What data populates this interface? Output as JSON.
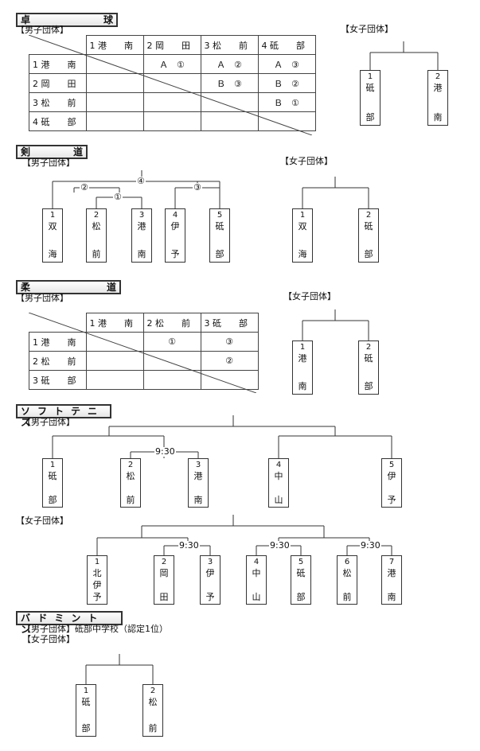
{
  "takkyu": {
    "title_l": "卓",
    "title_r": "球",
    "men_label": "【男子団体】",
    "women_label": "【女子団体】",
    "headers": [
      "1 港　　南",
      "2 岡　　田",
      "3 松　　前",
      "4 砥　　部"
    ],
    "rows": [
      {
        "name": "1 港　　南",
        "cells": [
          "",
          "Ａ　①",
          "Ａ　②",
          "Ａ　③"
        ]
      },
      {
        "name": "2 岡　　田",
        "cells": [
          "",
          "",
          "Ｂ　③",
          "Ｂ　②"
        ]
      },
      {
        "name": "3 松　　前",
        "cells": [
          "",
          "",
          "",
          "Ｂ　①"
        ]
      },
      {
        "name": "4 砥　　部",
        "cells": [
          "",
          "",
          "",
          ""
        ]
      }
    ],
    "women_teams": [
      {
        "num": "1",
        "c1": "砥",
        "c2": "部"
      },
      {
        "num": "2",
        "c1": "港",
        "c2": "南"
      }
    ]
  },
  "kendo": {
    "title_l": "剣",
    "title_r": "道",
    "men_label": "【男子団体】",
    "women_label": "【女子団体】",
    "rounds": [
      "②",
      "①",
      "④",
      "③"
    ],
    "men_teams": [
      {
        "num": "1",
        "c1": "双",
        "c2": "海"
      },
      {
        "num": "2",
        "c1": "松",
        "c2": "前"
      },
      {
        "num": "3",
        "c1": "港",
        "c2": "南"
      },
      {
        "num": "4",
        "c1": "伊",
        "c2": "予"
      },
      {
        "num": "5",
        "c1": "砥",
        "c2": "部"
      }
    ],
    "women_teams": [
      {
        "num": "1",
        "c1": "双",
        "c2": "海"
      },
      {
        "num": "2",
        "c1": "砥",
        "c2": "部"
      }
    ]
  },
  "judo": {
    "title_l": "柔",
    "title_r": "道",
    "men_label": "【男子団体】",
    "women_label": "【女子団体】",
    "headers": [
      "1 港　　南",
      "2 松　　前",
      "3 砥　　部"
    ],
    "rows": [
      {
        "name": "1 港　　南",
        "cells": [
          "",
          "①",
          "③"
        ]
      },
      {
        "name": "2 松　　前",
        "cells": [
          "",
          "",
          "②"
        ]
      },
      {
        "name": "3 砥　　部",
        "cells": [
          "",
          "",
          ""
        ]
      }
    ],
    "women_teams": [
      {
        "num": "1",
        "c1": "港",
        "c2": "南"
      },
      {
        "num": "2",
        "c1": "砥",
        "c2": "部"
      }
    ]
  },
  "softtennis": {
    "title": "ソフトテニス",
    "men_label": "【男子団体】",
    "women_label": "【女子団体】",
    "time": "9:30",
    "men_teams": [
      {
        "num": "1",
        "c1": "砥",
        "c2": "部"
      },
      {
        "num": "2",
        "c1": "松",
        "c2": "前"
      },
      {
        "num": "3",
        "c1": "港",
        "c2": "南"
      },
      {
        "num": "4",
        "c1": "中",
        "c2": "山"
      },
      {
        "num": "5",
        "c1": "伊",
        "c2": "予"
      }
    ],
    "women_teams": [
      {
        "num": "1",
        "c1": "北",
        "c1b": "伊",
        "c2": "予"
      },
      {
        "num": "2",
        "c1": "岡",
        "c2": "田"
      },
      {
        "num": "3",
        "c1": "伊",
        "c2": "予"
      },
      {
        "num": "4",
        "c1": "中",
        "c2": "山"
      },
      {
        "num": "5",
        "c1": "砥",
        "c2": "部"
      },
      {
        "num": "6",
        "c1": "松",
        "c2": "前"
      },
      {
        "num": "7",
        "c1": "港",
        "c2": "南"
      }
    ]
  },
  "badminton": {
    "title": "バドミントン",
    "men_label": "【男子団体】砥部中学校（認定1位）",
    "women_label": "【女子団体】",
    "women_teams": [
      {
        "num": "1",
        "c1": "砥",
        "c2": "部"
      },
      {
        "num": "2",
        "c1": "松",
        "c2": "前"
      }
    ]
  }
}
